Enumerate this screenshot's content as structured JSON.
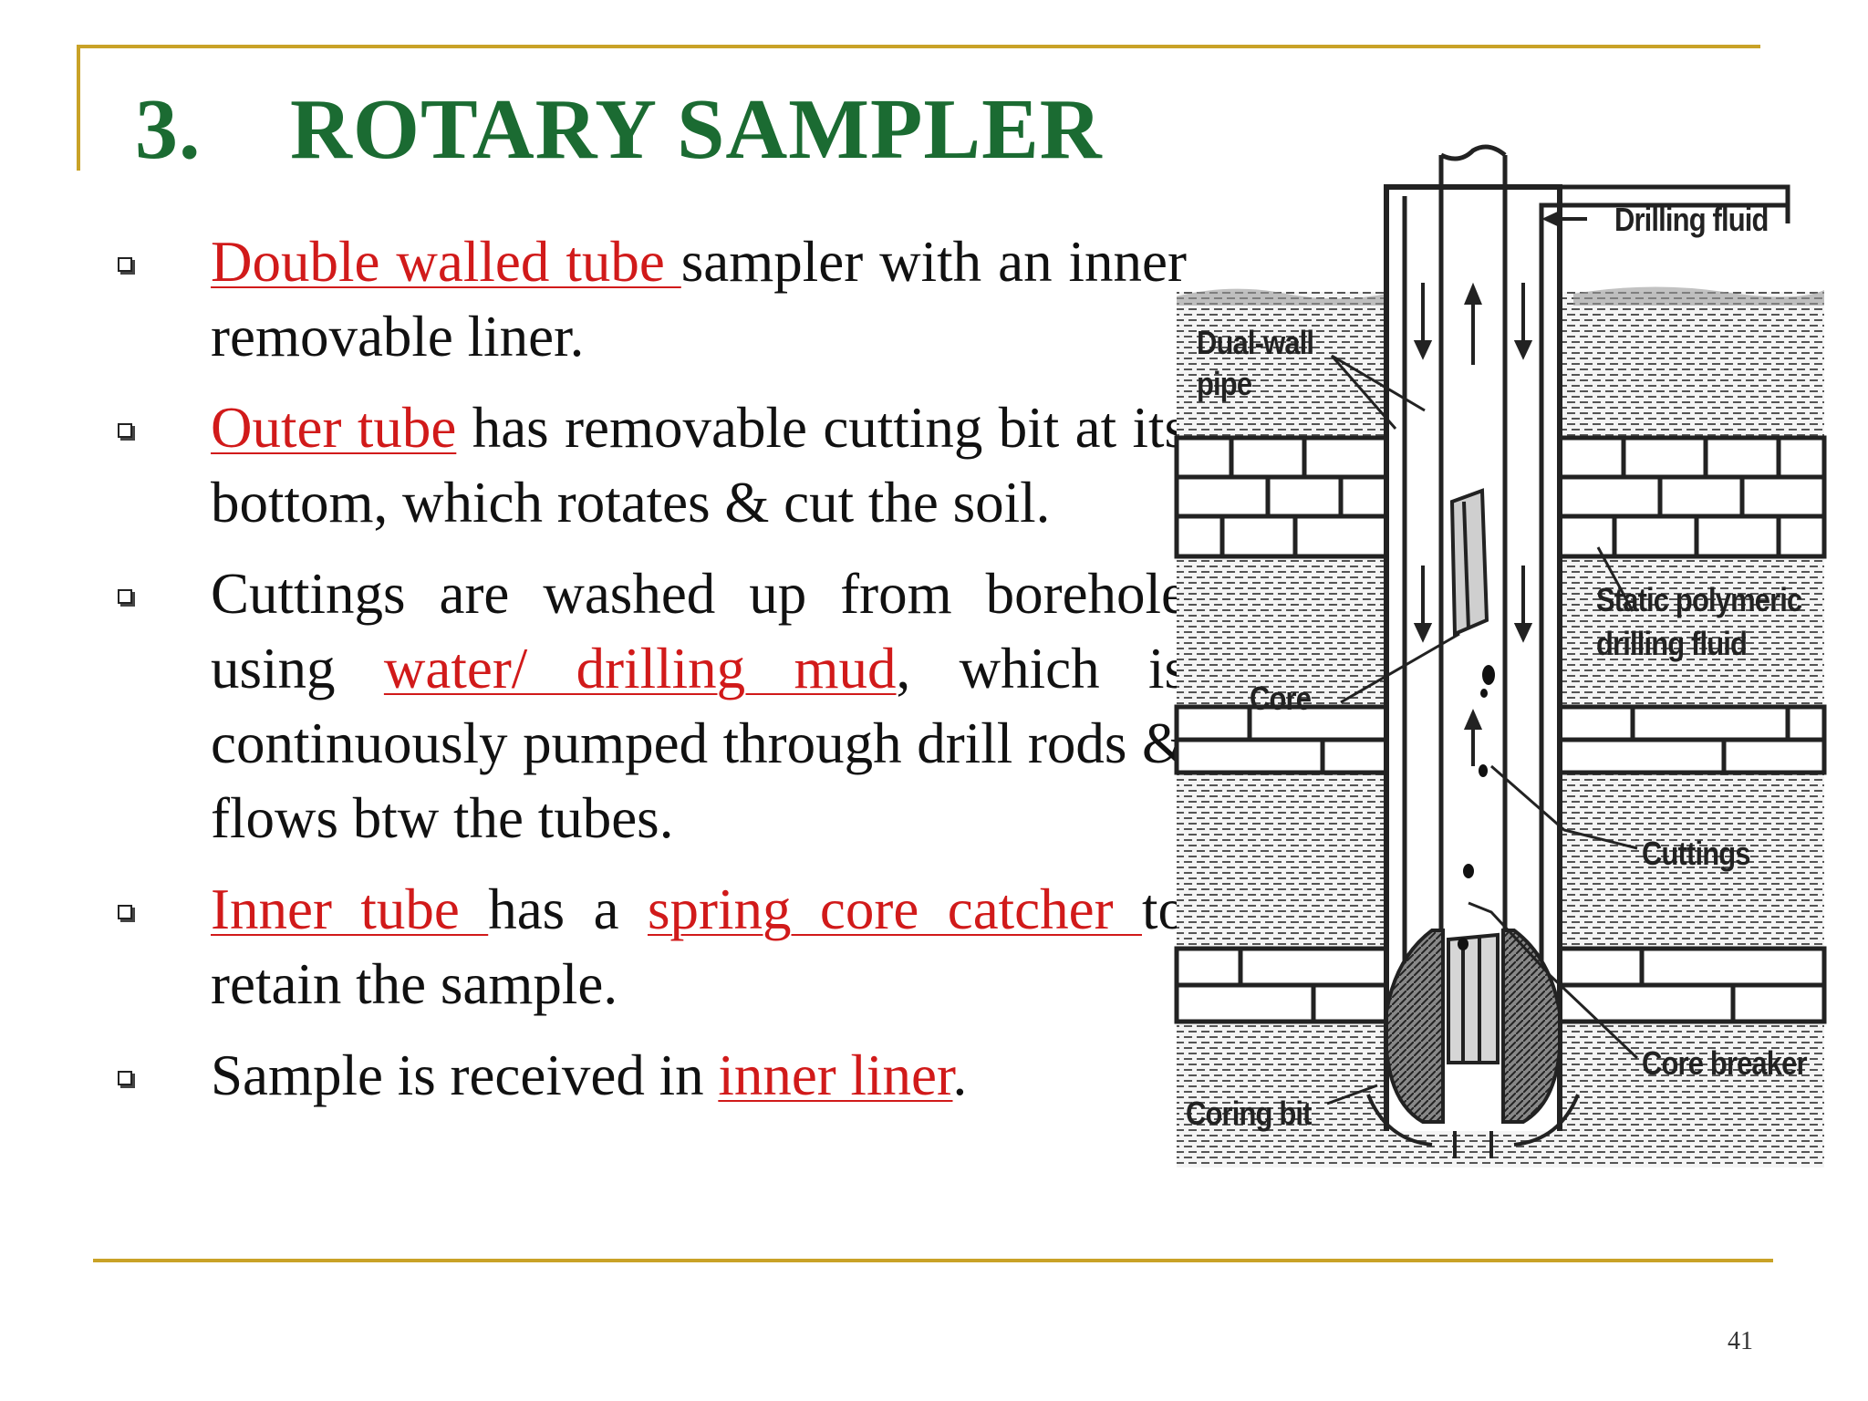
{
  "slide": {
    "title_number": "3.",
    "title_text": "ROTARY SAMPLER",
    "page_number": "41",
    "colors": {
      "title": "#1b6b32",
      "highlight": "#d11a1a",
      "frame": "#c9a227"
    }
  },
  "bullets": [
    {
      "parts": [
        {
          "text": "Double walled tube ",
          "red": true
        },
        {
          "text": "sampler with an inner removable liner.",
          "red": false
        }
      ]
    },
    {
      "parts": [
        {
          "text": "Outer tube",
          "red": true
        },
        {
          "text": " has removable cutting bit at its bottom, which rotates & cut the soil.",
          "red": false
        }
      ]
    },
    {
      "parts": [
        {
          "text": "Cuttings are washed up from borehole using ",
          "red": false
        },
        {
          "text": "water/ drilling mud",
          "red": true
        },
        {
          "text": ", which is continuously pumped through drill rods & flows btw the tubes.",
          "red": false
        }
      ]
    },
    {
      "parts": [
        {
          "text": "Inner tube ",
          "red": true
        },
        {
          "text": "has a ",
          "red": false
        },
        {
          "text": "spring core catcher ",
          "red": true
        },
        {
          "text": "to retain the sample.",
          "red": false
        }
      ]
    },
    {
      "parts": [
        {
          "text": "Sample is received in ",
          "red": false
        },
        {
          "text": "inner liner",
          "red": true
        },
        {
          "text": ".",
          "red": false
        }
      ]
    }
  ],
  "diagram": {
    "labels": {
      "drilling_fluid": "Drilling fluid",
      "dual_wall_pipe_1": "Dual-wall",
      "dual_wall_pipe_2": "pipe",
      "static_fluid_1": "Static polymeric",
      "static_fluid_2": "drilling fluid",
      "core": "Core",
      "cuttings": "Cuttings",
      "core_breaker": "Core breaker",
      "coring_bit": "Coring bit"
    }
  }
}
